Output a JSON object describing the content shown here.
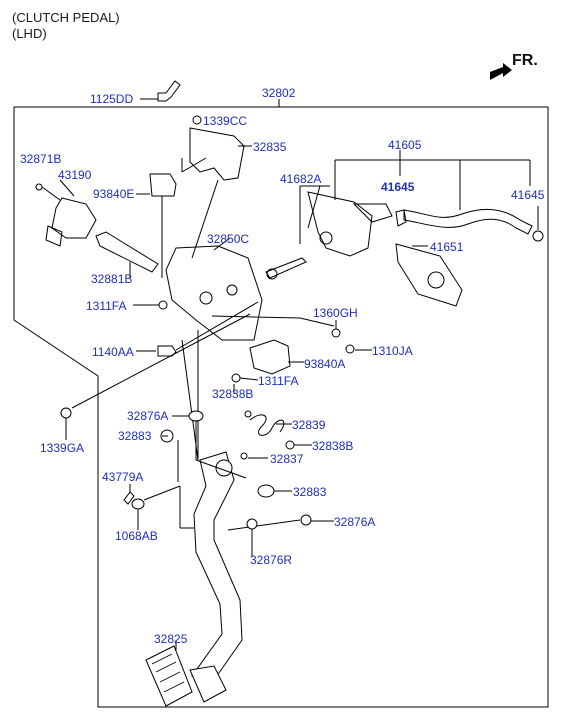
{
  "header": {
    "line1": "(CLUTCH PEDAL)",
    "line2": "(LHD)"
  },
  "direction": {
    "label": "FR."
  },
  "colors": {
    "label": "#1f2fb8",
    "line": "#000000"
  },
  "callouts": {
    "c1125DD": "1125DD",
    "c32802": "32802",
    "c1339CC": "1339CC",
    "c32835": "32835",
    "c32871B": "32871B",
    "c43190": "43190",
    "c93840E": "93840E",
    "c41605": "41605",
    "c41682A": "41682A",
    "c41645_bold": "41645",
    "c41645": "41645",
    "c32850C": "32850C",
    "c41651": "41651",
    "c32881B": "32881B",
    "c1311FA_a": "1311FA",
    "c1360GH": "1360GH",
    "c1140AA": "1140AA",
    "c1310JA": "1310JA",
    "c93840A": "93840A",
    "c1311FA_b": "1311FA",
    "c32838B_a": "32838B",
    "c1339GA": "1339GA",
    "c32876A_a": "32876A",
    "c32839": "32839",
    "c32883_a": "32883",
    "c32838B_b": "32838B",
    "c32837": "32837",
    "c43779A": "43779A",
    "c32883_b": "32883",
    "c1068AB": "1068AB",
    "c32876A_b": "32876A",
    "c32876R": "32876R",
    "c32825": "32825"
  }
}
